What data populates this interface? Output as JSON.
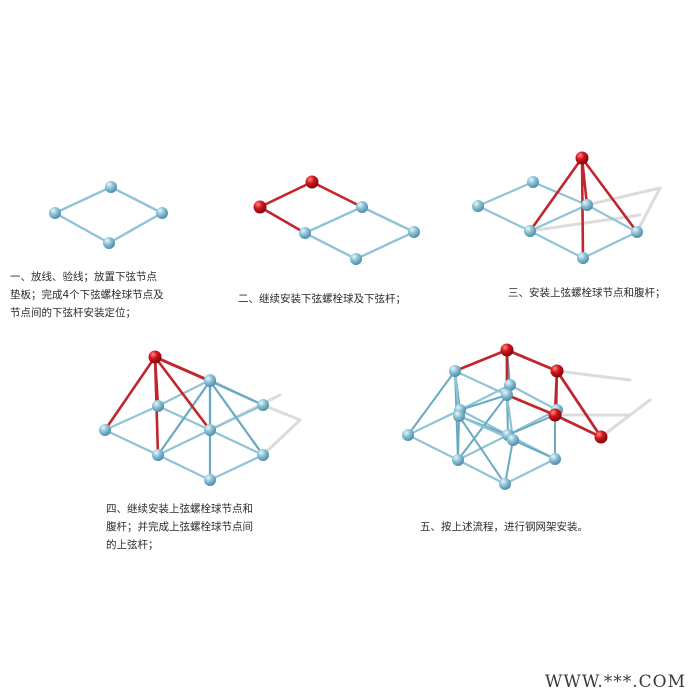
{
  "palette": {
    "member": "#8fc4d8",
    "member_dark": "#6aa9c2",
    "highlight": "#c0272d",
    "node_highlight": "#d4141b",
    "shadow": "#dcdcdc",
    "text": "#2b2b2b"
  },
  "steps": [
    {
      "lines": [
        "一、放线、验线；放置下弦节点",
        "垫板；完成4个下弦螺栓球节点及",
        "节点间的下弦杆安装定位；"
      ]
    },
    {
      "lines": [
        "二、继续安装下弦螺栓球及下弦杆；"
      ]
    },
    {
      "lines": [
        "三、安装上弦螺栓球节点和腹杆；"
      ]
    },
    {
      "lines": [
        "四、继续安装上弦螺栓球节点和",
        "腹杆；并完成上弦螺栓球节点间",
        "的上弦杆；"
      ]
    },
    {
      "lines": [
        "五、按上述流程，进行钢网架安装。"
      ]
    }
  ],
  "watermark": "WWW.***.COM"
}
